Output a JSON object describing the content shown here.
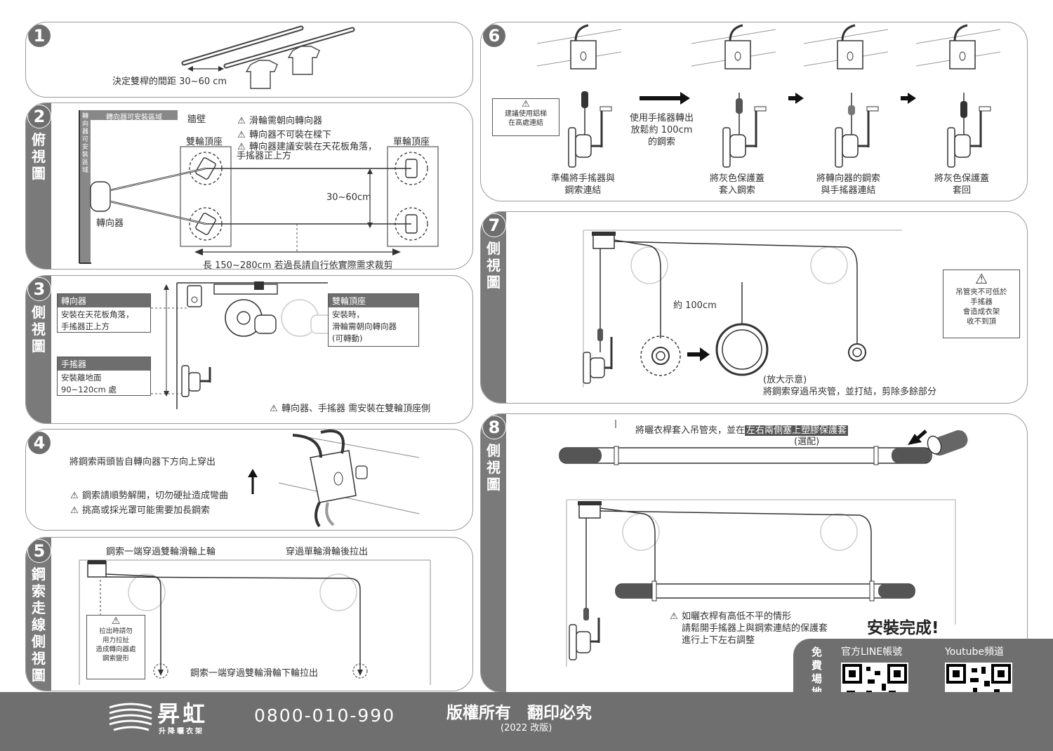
{
  "step1": {
    "num": "1",
    "caption": "決定雙桿的間距 30~60 cm"
  },
  "step2": {
    "num": "2",
    "title": "俯視圖",
    "area_label": "轉向器可安裝區域",
    "vert_area_label": "轉向器可安裝區域",
    "wall": "牆壁",
    "double_pulley": "雙輪頂座",
    "single_pulley": "單輪頂座",
    "redirector": "轉向器",
    "spacing": "30~60cm",
    "length": "長 150~280cm 若過長請自行依實際需求裁剪",
    "warnings": [
      "滑輪需朝向轉向器",
      "轉向器不可裝在樑下",
      "轉向器建議安裝在天花板角落，手搖器正上方"
    ]
  },
  "step3": {
    "num": "3",
    "title": "側視圖",
    "box1_head": "轉向器",
    "box1_body": [
      "安裝在天花板角落，",
      "手搖器正上方"
    ],
    "box2_head": "手搖器",
    "box2_body": [
      "安裝離地面",
      "90~120cm 處"
    ],
    "box3_head": "雙輪頂座",
    "box3_body": [
      "安裝時，",
      "滑輪需朝向轉向器",
      "(可轉動)"
    ],
    "warning": "轉向器、手搖器 需安裝在雙輪頂座側"
  },
  "step4": {
    "num": "4",
    "text": "將鋼索兩頭皆自轉向器下方向上穿出",
    "warnings": [
      "鋼索請順勢解開，切勿硬扯造成彎曲",
      "挑高或採光罩可能需要加長鋼索"
    ]
  },
  "step5": {
    "num": "5",
    "title": "鋼索走線側視圖",
    "label1": "鋼索一端穿過雙輪滑輪上輪",
    "label2": "穿過單輪滑輪後拉出",
    "label3": "鋼索一端穿過雙輪滑輪下輪拉出",
    "warn_box": [
      "拉出時請勿",
      "用力拉扯",
      "造成轉向器處",
      "鋼索變形"
    ]
  },
  "step6": {
    "num": "6",
    "ladder_note": [
      "建議使用鋁梯",
      "在高處連結"
    ],
    "crank_note": [
      "使用手搖器轉出",
      "放鬆約 100cm",
      "的鋼索"
    ],
    "captions": [
      [
        "準備將手搖器與",
        "鋼索連結"
      ],
      [
        "將灰色保護蓋",
        "套入鋼索"
      ],
      [
        "將轉向器的鋼索",
        "與手搖器連結"
      ],
      [
        "將灰色保護蓋",
        "套回"
      ]
    ]
  },
  "step7": {
    "num": "7",
    "title": "側視圖",
    "length": "約 100cm",
    "zoom": "(放大示意)",
    "instruction": "將鋼索穿過吊夾管，並打結，剪除多餘部分",
    "warn_box": [
      "吊管夾不可低於",
      "手搖器",
      "會造成衣架",
      "收不到頂"
    ]
  },
  "step8": {
    "num": "8",
    "title": "側視圖",
    "instruction_pre": "將曬衣桿套入吊管夾，並在",
    "instruction_hl": "左右兩側塞上塑膠保護套",
    "optional": "(選配)",
    "warnings": [
      "如曬衣桿有高低不平的情形",
      "請鬆開手搖器上與鋼索連結的保護套",
      "進行上下左右調整"
    ],
    "done": "安裝完成!"
  },
  "footer": {
    "brand": "昇虹",
    "brand_sub": "升降曬衣架",
    "phone": "0800-010-990",
    "copyright": "版權所有　翻印必究",
    "edition": "(2022 改版)",
    "survey": "免費場地評估",
    "line_label": "官方LINE帳號",
    "youtube_label": "Youtube頻道"
  }
}
